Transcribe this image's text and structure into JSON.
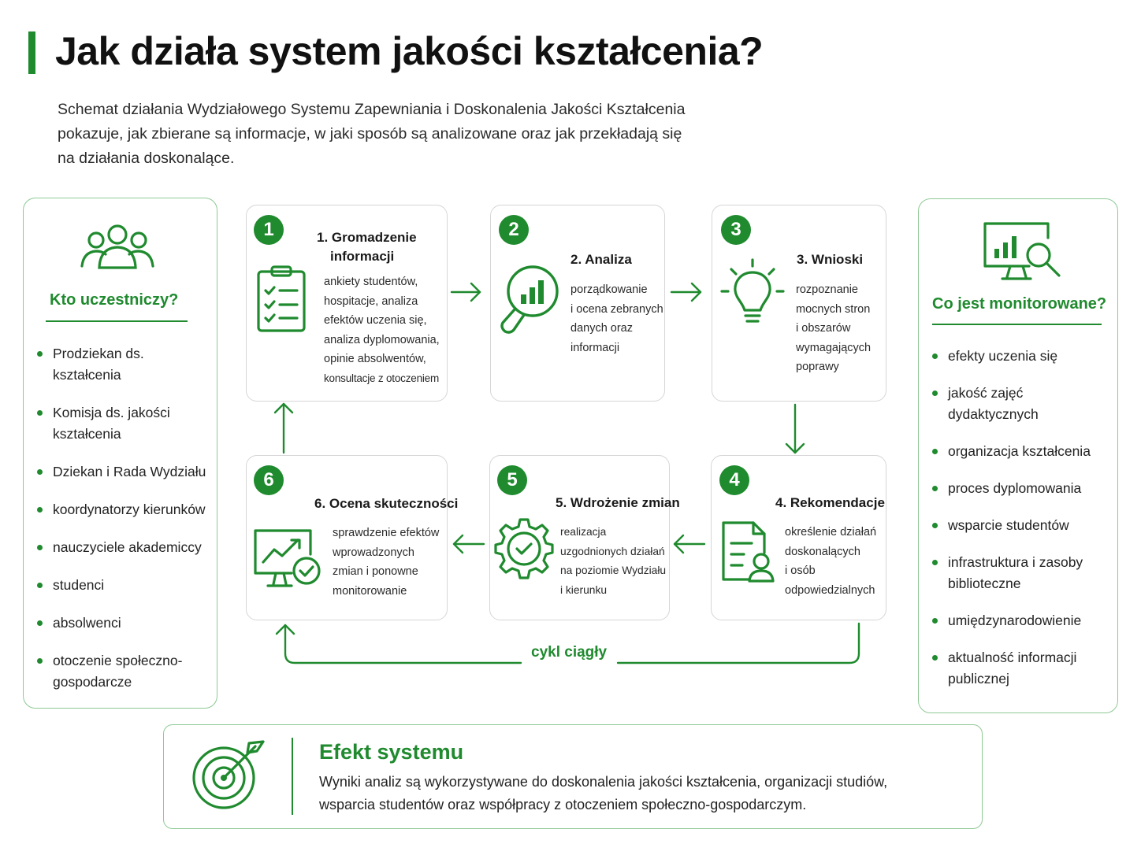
{
  "header": {
    "title": "Jak działa system jakości kształcenia?",
    "intro_lines": [
      "Schemat działania Wydziałowego Systemu Zapewniania i Doskonalenia Jakości Kształcenia",
      "pokazuje, jak zbierane są informacje, w jaki sposób są analizowane oraz jak przekładają się",
      "na działania doskonalące."
    ]
  },
  "participants": {
    "icon": "people-group-icon",
    "heading": "Kto uczestniczy?",
    "items": [
      [
        "Prodziekan ds. kształcenia"
      ],
      [
        "Komisja ds. jakości",
        "kształcenia"
      ],
      [
        "Dziekan i Rada Wydziału"
      ],
      [
        "koordynatorzy kierunków"
      ],
      [
        "nauczyciele akademiccy"
      ],
      [
        "studenci"
      ],
      [
        "absolwenci"
      ],
      [
        "otoczenie społeczno-",
        "gospodarcze"
      ]
    ]
  },
  "monitored": {
    "icon": "monitor-chart-search-icon",
    "heading": "Co jest monitorowane?",
    "items": [
      [
        "efekty uczenia się"
      ],
      [
        "jakość zajęć",
        "dydaktycznych"
      ],
      [
        "organizacja kształcenia"
      ],
      [
        "proces dyplomowania"
      ],
      [
        "wsparcie studentów"
      ],
      [
        "infrastruktura i zasoby",
        "biblioteczne"
      ],
      [
        "umiędzynarodowienie"
      ],
      [
        "aktualność informacji",
        "publicznej"
      ]
    ]
  },
  "steps": [
    {
      "number": "1",
      "title_lines": [
        "1. Gromadzenie",
        "informacji"
      ],
      "icon": "clipboard-checklist-icon",
      "desc_lines": [
        "ankiety studentów,",
        "hospitacje, analiza",
        "efektów uczenia się,",
        "analiza dyplomowania,",
        "opinie absolwentów,",
        "konsultacje z otoczeniem"
      ]
    },
    {
      "number": "2",
      "title_lines": [
        "2. Analiza"
      ],
      "icon": "magnifier-chart-icon",
      "desc_lines": [
        "porządkowanie",
        "i ocena zebranych",
        "danych oraz",
        "informacji"
      ]
    },
    {
      "number": "3",
      "title_lines": [
        "3. Wnioski"
      ],
      "icon": "lightbulb-icon",
      "desc_lines": [
        "rozpoznanie",
        "mocnych stron",
        "i obszarów",
        "wymagających",
        "poprawy"
      ]
    },
    {
      "number": "4",
      "title_lines": [
        "4. Rekomendacje"
      ],
      "icon": "document-person-icon",
      "desc_lines": [
        "określenie działań",
        "doskonalących",
        "i osób",
        "odpowiedzialnych"
      ]
    },
    {
      "number": "5",
      "title_lines": [
        "5. Wdrożenie zmian"
      ],
      "icon": "gear-check-icon",
      "desc_lines": [
        "realizacja",
        "uzgodnionych działań",
        "na poziomie Wydziału",
        "i kierunku"
      ]
    },
    {
      "number": "6",
      "title_lines": [
        "6. Ocena skuteczności"
      ],
      "icon": "monitor-trend-check-icon",
      "desc_lines": [
        "sprawdzenie efektów",
        "wprowadzonych",
        "zmian i ponowne",
        "monitorowanie"
      ]
    }
  ],
  "cycle_label": "cykl ciągły",
  "effect": {
    "icon": "target-arrow-icon",
    "title": "Efekt systemu",
    "text_lines": [
      "Wyniki analiz są wykorzystywane do doskonalenia jakości kształcenia, organizacji studiów,",
      "wsparcia studentów oraz współpracy z otoczeniem społeczno-gospodarczym."
    ]
  },
  "colors": {
    "accent": "#1f8a2e",
    "panel_border": "#8fc995",
    "card_border": "#d6d6d6",
    "text": "#1f1f1f"
  }
}
